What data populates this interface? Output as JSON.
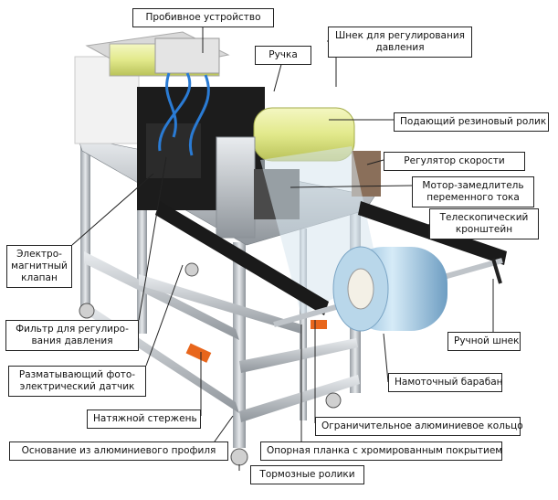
{
  "labels": {
    "probe_device": "Пробивное устройство",
    "pressure_screw": "Шнек для регулирования давления",
    "handle": "Ручка",
    "feed_roller": "Подающий резиновый ролик",
    "speed_regulator": "Регулятор скорости",
    "gear_motor": "Мотор-замедлитель переменного тока",
    "telescopic_bracket": "Телескопический кронштейн",
    "solenoid_valve": "Электро-магнитный клапан",
    "pressure_filter": "Фильтр для регулиро-вания давления",
    "unwind_sensor": "Разматывающий фото-электрический датчик",
    "tension_rod": "Натяжной стержень",
    "winding_drum": "Намоточный барабан",
    "manual_screw": "Ручной шнек",
    "limit_ring": "Ограничительное алюминиевое кольцо",
    "aluminum_base": "Основание из алюминиевого профиля",
    "chrome_support": "Опорная планка с хромированным покрытием",
    "brake_casters": "Тормозные ролики"
  }
}
